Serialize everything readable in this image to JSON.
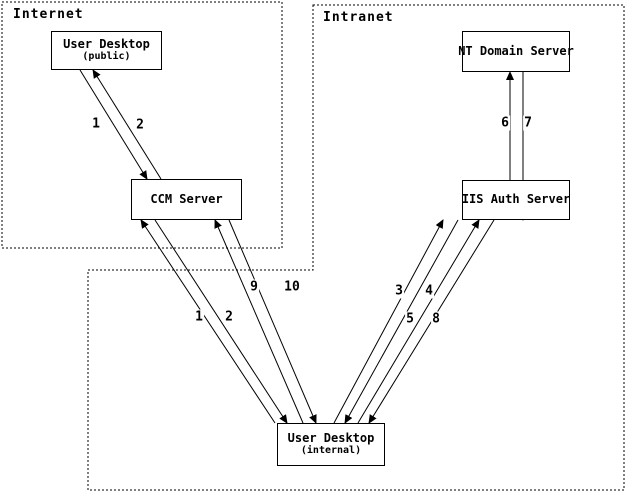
{
  "regions": {
    "internet": {
      "label": "Internet"
    },
    "intranet": {
      "label": "Intranet"
    }
  },
  "nodes": {
    "user_desktop_public": {
      "title": "User Desktop",
      "subtitle": "(public)"
    },
    "ccm_server": {
      "title": "CCM Server"
    },
    "nt_domain_server": {
      "title": "NT Domain Server"
    },
    "iis_auth_server": {
      "title": "IIS Auth Server"
    },
    "user_desktop_internal": {
      "title": "User Desktop",
      "subtitle": "(internal)"
    }
  },
  "flows": [
    {
      "label": "1",
      "from": "User Desktop (public)",
      "to": "CCM Server"
    },
    {
      "label": "2",
      "from": "CCM Server",
      "to": "User Desktop (public)"
    },
    {
      "label": "1",
      "from": "User Desktop (internal)",
      "to": "CCM Server"
    },
    {
      "label": "2",
      "from": "CCM Server",
      "to": "User Desktop (internal)"
    },
    {
      "label": "9",
      "from": "User Desktop (internal)",
      "to": "CCM Server"
    },
    {
      "label": "10",
      "from": "CCM Server",
      "to": "User Desktop (internal)"
    },
    {
      "label": "3",
      "from": "User Desktop (internal)",
      "to": "IIS Auth Server"
    },
    {
      "label": "4",
      "from": "IIS Auth Server",
      "to": "User Desktop (internal)"
    },
    {
      "label": "5",
      "from": "User Desktop (internal)",
      "to": "IIS Auth Server"
    },
    {
      "label": "8",
      "from": "IIS Auth Server",
      "to": "User Desktop (internal)"
    },
    {
      "label": "6",
      "from": "IIS Auth Server",
      "to": "NT Domain Server"
    },
    {
      "label": "7",
      "from": "NT Domain Server",
      "to": "IIS Auth Server"
    }
  ],
  "colors": {
    "line": "#000000",
    "background": "#ffffff",
    "box_fill": "#ffffff"
  }
}
